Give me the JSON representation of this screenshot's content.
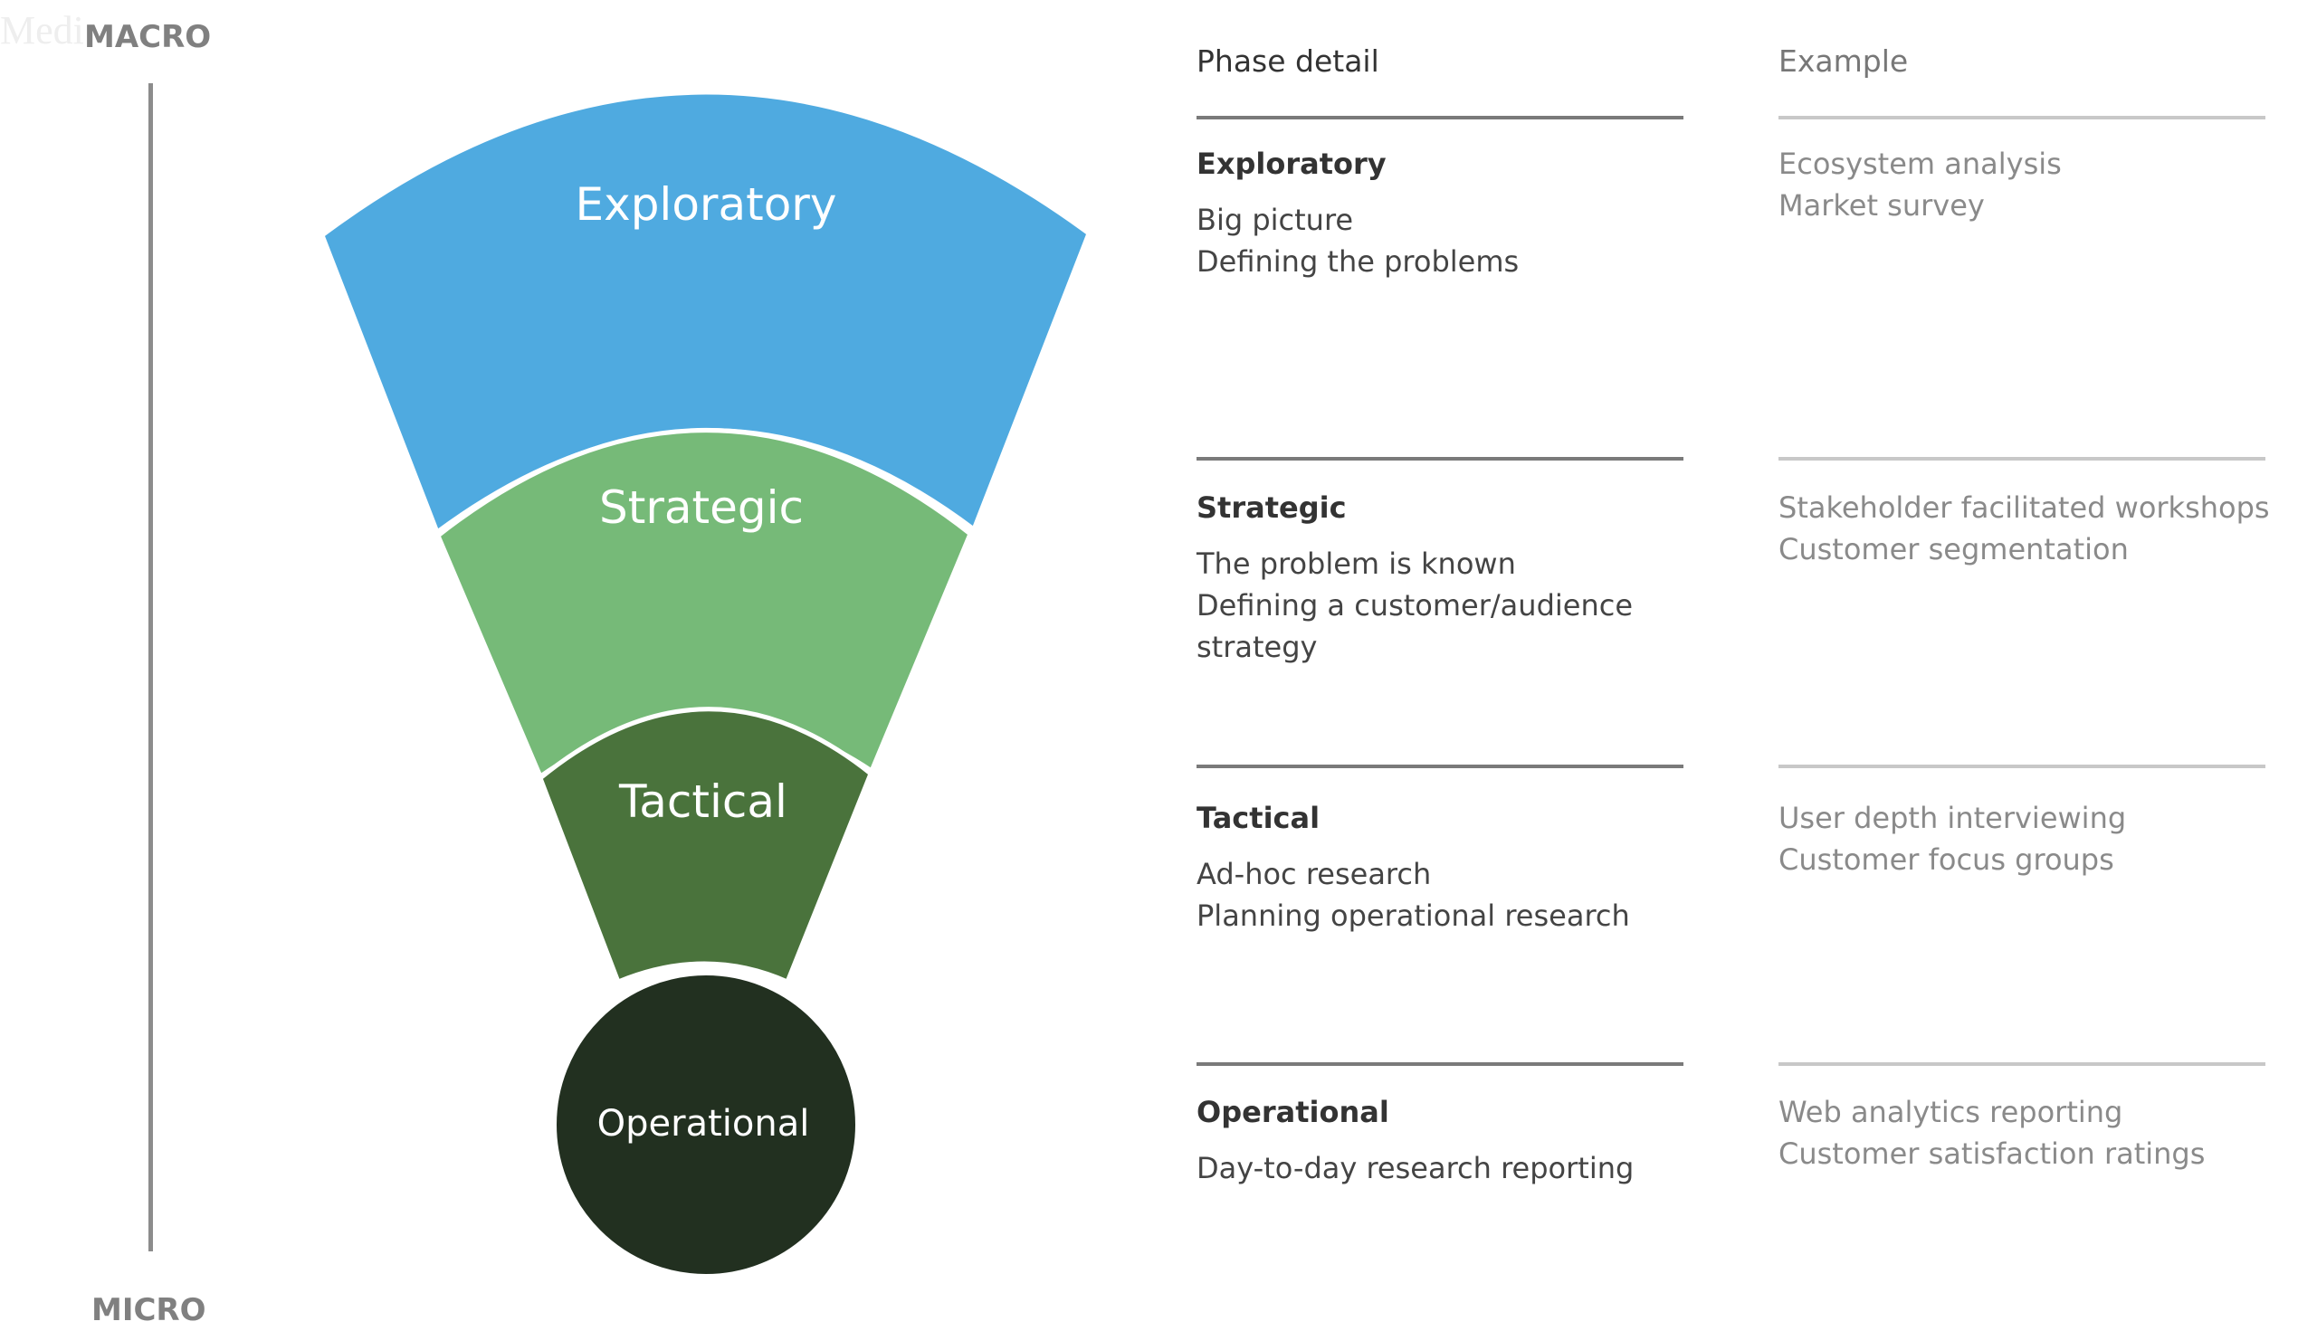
{
  "watermark": "Medi",
  "scale": {
    "top_label": "MACRO",
    "bottom_label": "MICRO"
  },
  "colors": {
    "exploratory": "#4FAAE0",
    "strategic": "#76BA78",
    "tactical": "#4A733C",
    "operational": "#223020",
    "axis": "#8C8C8C"
  },
  "headers": {
    "phase_detail": "Phase detail",
    "example": "Example"
  },
  "phases": [
    {
      "name": "Exploratory",
      "details": [
        "Big picture",
        "Defining the problems"
      ],
      "examples": [
        "Ecosystem analysis",
        "Market survey"
      ]
    },
    {
      "name": "Strategic",
      "details": [
        "The problem is known",
        "Defining a customer/audience",
        "strategy"
      ],
      "examples": [
        "Stakeholder facilitated workshops",
        "Customer segmentation"
      ]
    },
    {
      "name": "Tactical",
      "details": [
        "Ad-hoc research",
        "Planning operational research"
      ],
      "examples": [
        "User depth interviewing",
        "Customer focus groups"
      ]
    },
    {
      "name": "Operational",
      "details": [
        "Day-to-day research reporting"
      ],
      "examples": [
        "Web analytics reporting",
        "Customer satisfaction ratings"
      ]
    }
  ]
}
